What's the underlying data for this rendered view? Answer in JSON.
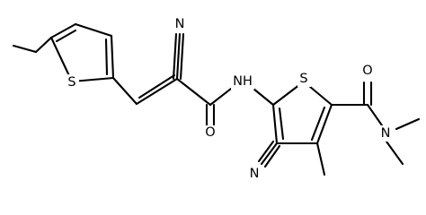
{
  "atoms": [
    {
      "id": "S1",
      "symbol": "S"
    },
    {
      "id": "N1",
      "symbol": "N"
    },
    {
      "id": "NH",
      "symbol": "NH"
    },
    {
      "id": "O1",
      "symbol": "O"
    },
    {
      "id": "S2",
      "symbol": "S"
    },
    {
      "id": "O2",
      "symbol": "O"
    },
    {
      "id": "N3",
      "symbol": "N"
    },
    {
      "id": "N2",
      "symbol": "N"
    }
  ],
  "colors": {
    "ink": "#000000",
    "background": "#ffffff"
  }
}
